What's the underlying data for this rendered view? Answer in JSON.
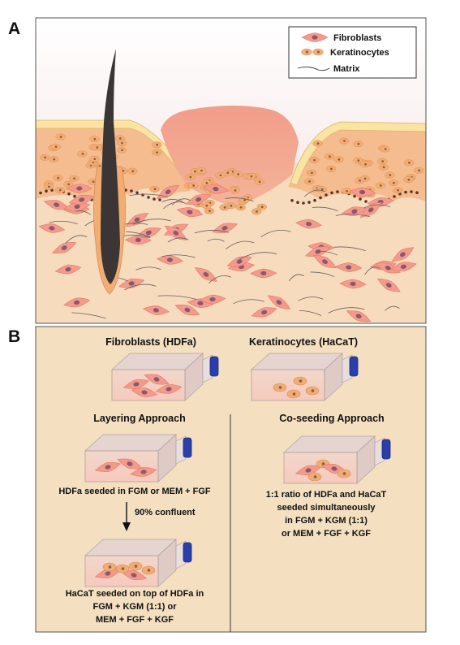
{
  "panel_a": {
    "label": "A",
    "legend": {
      "fibroblasts": "Fibroblasts",
      "keratinocytes": "Keratinocytes",
      "matrix": "Matrix"
    },
    "colors": {
      "skin": "#f6dcbd",
      "wound": "#ef9f86",
      "fibroblast": "#f39a8c",
      "keratinocyte": "#f1ad72",
      "stratum": "#fbe3a3",
      "hair": "#3b3535"
    }
  },
  "panel_b": {
    "label": "B",
    "fibroblasts_title": "Fibroblasts (HDFa)",
    "keratinocytes_title": "Keratinocytes (HaCaT)",
    "layering_title": "Layering Approach",
    "coseeding_title": "Co-seeding Approach",
    "layering_step1": "HDFa seeded in FGM or MEM + FGF",
    "arrow_label": "90% confluent",
    "layering_step2": [
      "HaCaT seeded on top of HDFa in",
      "FGM + KGM (1:1) or",
      "MEM + FGF + KGF"
    ],
    "coseeding_desc": [
      "1:1 ratio of HDFa and HaCaT",
      "seeded simultaneously",
      "in FGM + KGM (1:1)",
      "or MEM + FGF + KGF"
    ],
    "colors": {
      "background": "#f4dfc1",
      "flask_cap": "#2a3fa8"
    }
  }
}
